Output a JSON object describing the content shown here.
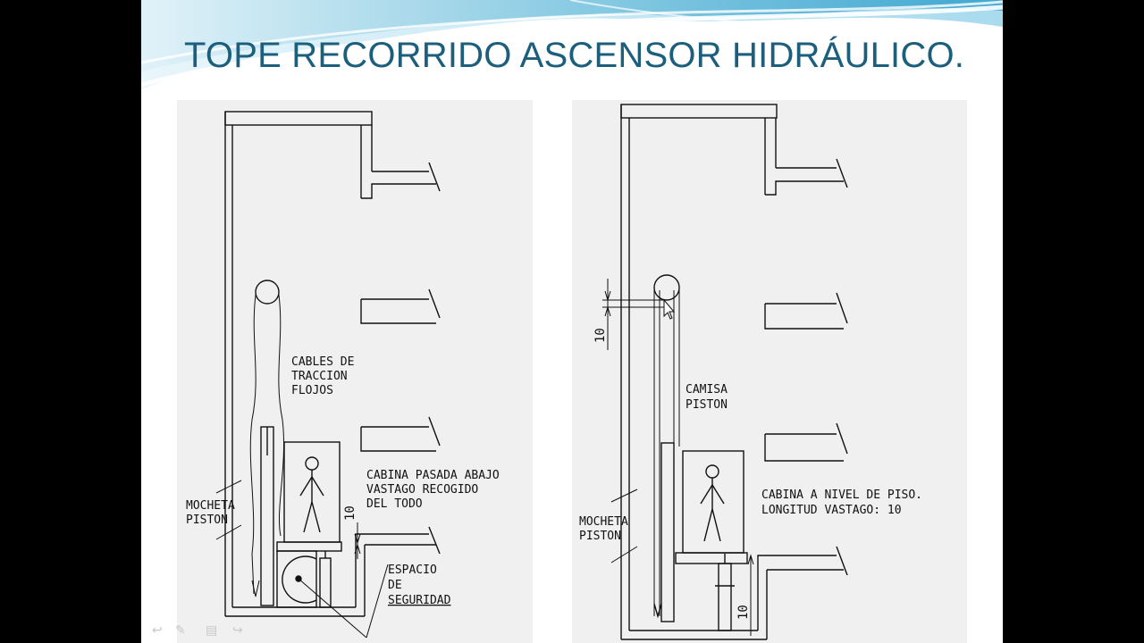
{
  "slide": {
    "title": "TOPE RECORRIDO ASCENSOR HIDRÁULICO."
  },
  "left_diagram": {
    "cables_label": [
      "CABLES DE",
      "TRACCION",
      "FLOJOS"
    ],
    "mocheta_label": [
      "MOCHETA",
      "PISTON"
    ],
    "cabina_label": [
      "CABINA PASADA ABAJO",
      "VASTAGO RECOGIDO",
      "DEL TODO"
    ],
    "dimension": "10",
    "espacio_label": [
      "ESPACIO",
      "DE",
      "SEGURIDAD"
    ]
  },
  "right_diagram": {
    "dimension_top": "10",
    "camisa_label": [
      "CAMISA",
      "PISTON"
    ],
    "mocheta_label": [
      "MOCHETA",
      "PISTON"
    ],
    "cabina_label": [
      "CABINA A NIVEL DE PISO.",
      "LONGITUD VASTAGO: 10"
    ],
    "dimension_bottom": "10"
  },
  "nav_icons": [
    "back-arrow-icon",
    "pen-icon",
    "menu-icon",
    "forward-arrow-icon"
  ]
}
